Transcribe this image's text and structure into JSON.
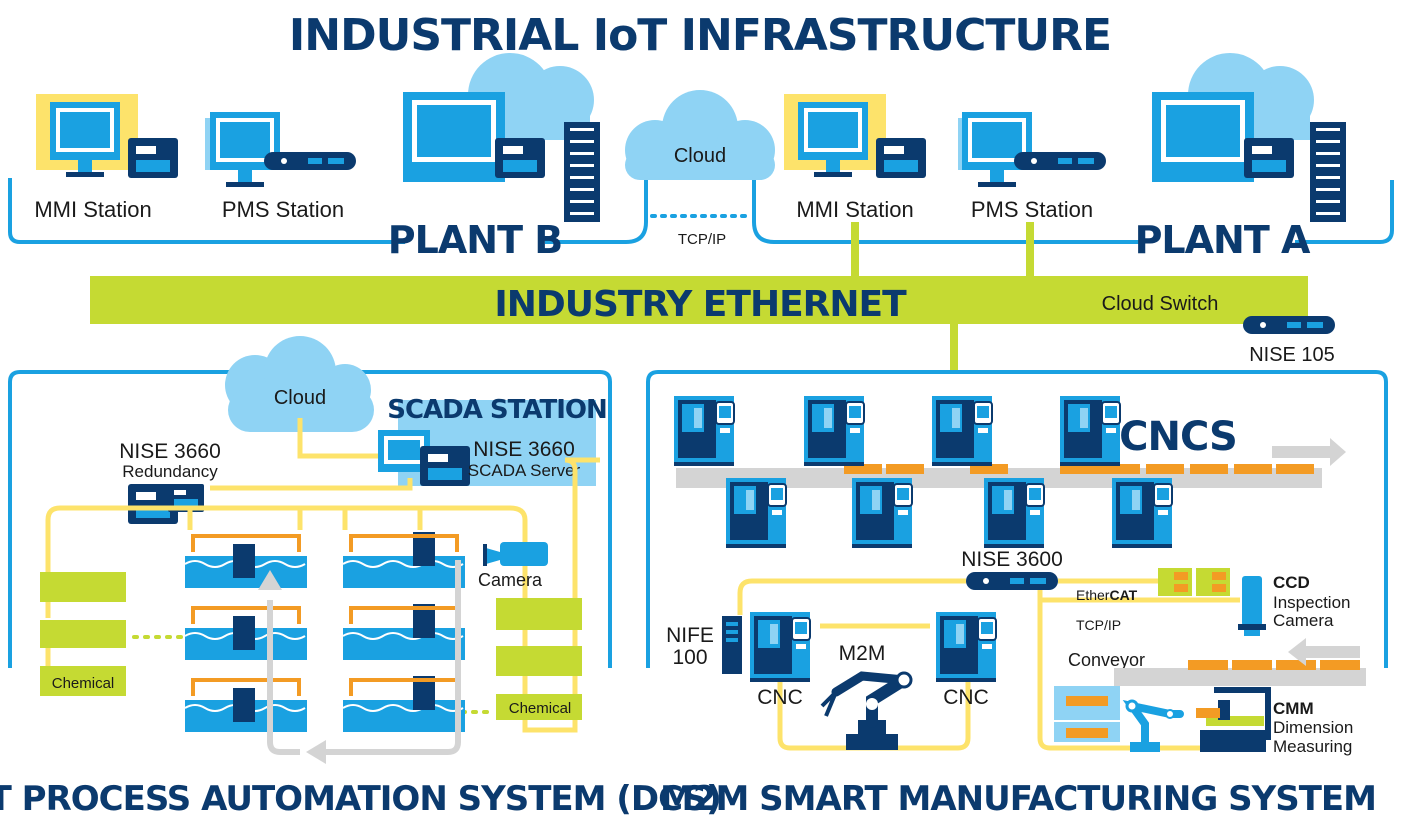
{
  "title": "INDUSTRIAL IoT INFRASTRUCTURE",
  "top": {
    "plant_b": "PLANT B",
    "plant_a": "PLANT A",
    "mmi_b": "MMI Station",
    "pms_b": "PMS Station",
    "mmi_a": "MMI Station",
    "pms_a": "PMS Station",
    "cloud": "Cloud",
    "tcpip": "TCP/IP"
  },
  "ethernet": {
    "label": "INDUSTRY ETHERNET",
    "switch_label": "Cloud Switch",
    "switch_model": "NISE 105"
  },
  "dcs": {
    "title": "SMART PROCESS AUTOMATION SYSTEM (DCS)",
    "cloud": "Cloud",
    "scada_title": "SCADA STATION",
    "scada_model": "NISE 3660",
    "scada_role": "SCADA Server",
    "redundancy_model": "NISE 3660",
    "redundancy_role": "Redundancy",
    "camera": "Camera",
    "chemical_left": "Chemical",
    "chemical_right": "Chemical"
  },
  "m2m": {
    "title": "M2M SMART MANUFACTURING SYSTEM",
    "cncs": "CNCS",
    "nise3600": "NISE 3600",
    "ethercat_pre": "Ether",
    "ethercat_bold": "CAT",
    "tcpip": "TCP/IP",
    "conveyor": "Conveyor",
    "nife_1": "NIFE",
    "nife_2": "100",
    "cnc_left": "CNC",
    "cnc_right": "CNC",
    "m2m": "M2M",
    "ccd_1": "CCD",
    "ccd_2": "Inspection",
    "ccd_3": "Camera",
    "cmm_1": "CMM",
    "cmm_2": "Dimension",
    "cmm_3": "Measuring"
  },
  "colors": {
    "navy": "#0b3a6e",
    "blue": "#1aa1e1",
    "light_blue": "#8fd3f4",
    "lime": "#c5da33",
    "yellow": "#fde36b",
    "orange": "#f39b24",
    "grey": "#d4d4d4"
  }
}
